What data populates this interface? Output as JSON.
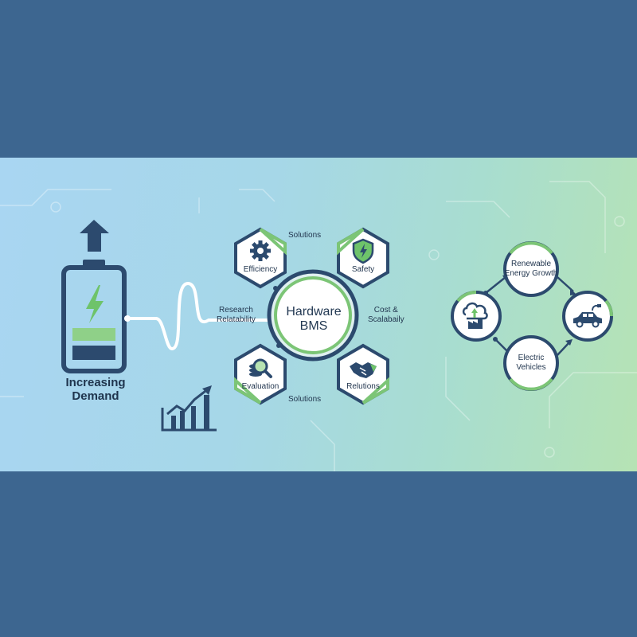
{
  "left": {
    "title_line1": "Increasing",
    "title_line2": "Demand"
  },
  "hub": {
    "line1": "Hardware",
    "line2": "BMS",
    "top_label": "Solutions",
    "bottom_label": "Solutions",
    "left_label_line1": "Research",
    "left_label_line2": "Relatability",
    "right_label_line1": "Cost &",
    "right_label_line2": "Scalabaily"
  },
  "hexagons": [
    {
      "label": "Efficiency",
      "icon": "gear-icon"
    },
    {
      "label": "Safety",
      "icon": "shield-bolt-icon"
    },
    {
      "label": "Evaluation",
      "icon": "magnifier-coins-icon"
    },
    {
      "label": "Relutions",
      "icon": "handshake-icon"
    }
  ],
  "cycle": {
    "top": "Renewable Energy Growth",
    "bottom": "Electric Vehicles",
    "left_icon": "factory-cloud-icon",
    "right_icon": "electric-car-icon"
  },
  "colors": {
    "navy": "#2c4a6e",
    "green": "#7cc576",
    "background": "#3d6690"
  }
}
